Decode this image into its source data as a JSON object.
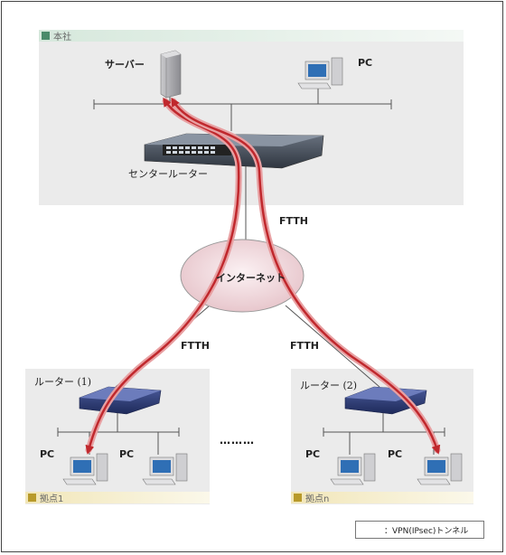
{
  "headquarters": {
    "label": "本社",
    "server_label": "サーバー",
    "pc_label": "PC",
    "router_label": "センタールーター"
  },
  "internet": {
    "label": "インターネット",
    "ftth_top": "FTTH",
    "ftth_left": "FTTH",
    "ftth_right": "FTTH"
  },
  "branch1": {
    "label": "拠点1",
    "router_label": "ルーター (1)",
    "pc_label_1": "PC",
    "pc_label_2": "PC"
  },
  "branchn": {
    "label": "拠点n",
    "router_label": "ルーター (2)",
    "pc_label_1": "PC",
    "pc_label_2": "PC"
  },
  "ellipsis": "………",
  "legend": {
    "text": "：VPN(IPsec)トンネル"
  },
  "colors": {
    "tunnel": "#c0282d",
    "tunnel_glow": "#e8a0a2",
    "hq_label_square": "#4a8a6a",
    "branch_label_square": "#b89a2a",
    "internet_fill": "#f0d8dc"
  }
}
